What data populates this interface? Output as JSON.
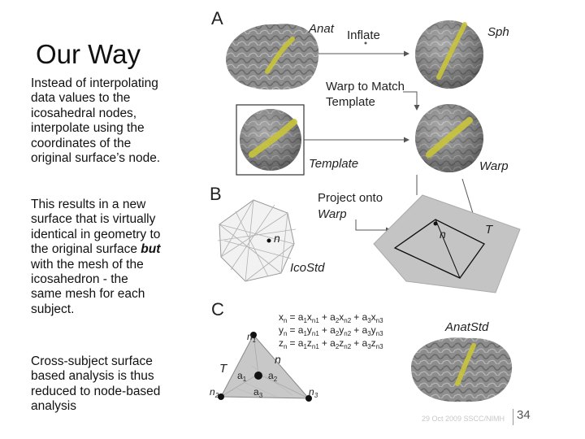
{
  "slide": {
    "title": "Our Way",
    "paragraph1": [
      "Instead of interpolating",
      "data values to the",
      "icosahedral nodes,",
      "interpolate using the",
      "coordinates of the",
      "original surface’s node."
    ],
    "paragraph2": {
      "lines": [
        "This results in a new",
        "surface that is virtually",
        "identical in geometry to"
      ],
      "line4_prefix": "the original surface ",
      "line4_emphasis": "but",
      "lines_after": [
        "with the mesh of the",
        "icosahedron - the",
        "same mesh for each",
        "subject."
      ]
    },
    "paragraph3": [
      "Cross-subject surface",
      "based analysis is thus",
      "reduced to node-based",
      "analysis"
    ],
    "footer": "29 Oct 2009 SSCC/NIMH",
    "page_number": "34"
  },
  "figure": {
    "panel_a": {
      "label": "A",
      "anat": "Anat",
      "inflate": "Inflate",
      "sph": "Sph",
      "warp_to_match": [
        "Warp to Match",
        "Template"
      ],
      "template": "Template",
      "warp": "Warp"
    },
    "panel_b": {
      "label": "B",
      "project_onto": [
        "Project onto",
        "Warp"
      ],
      "node_n": "n",
      "node_n_mesh": "n",
      "node_T": "T",
      "icostd": "IcoStd"
    },
    "panel_c": {
      "label": "C",
      "eq_x": [
        "x",
        "n",
        "= a",
        "1",
        "x",
        "n1",
        "+ a",
        "2",
        "x",
        "n2",
        "+ a",
        "3",
        "x",
        "n3"
      ],
      "eq_y": [
        "y",
        "n",
        "= a",
        "1",
        "y",
        "n1",
        "+ a",
        "2",
        "y",
        "n2",
        "+ a",
        "3",
        "y",
        "n3"
      ],
      "eq_z": [
        "z",
        "n",
        "= a",
        "1",
        "z",
        "n1",
        "+ a",
        "2",
        "z",
        "n2",
        "+ a",
        "3",
        "z",
        "n3"
      ],
      "anatstd": "AnatStd",
      "tri_n1": [
        "n",
        "1"
      ],
      "tri_n2": [
        "n",
        "2"
      ],
      "tri_n3": [
        "n",
        "3"
      ],
      "tri_n": "n",
      "tri_T": "T",
      "tri_a1": [
        "a",
        "1"
      ],
      "tri_a2": [
        "a",
        "2"
      ],
      "tri_a3": [
        "a",
        "3"
      ]
    },
    "colors": {
      "sulcus_highlight": "#c9c43a",
      "brain_gray": "#8d8d8d",
      "arrow": "#555555"
    }
  }
}
